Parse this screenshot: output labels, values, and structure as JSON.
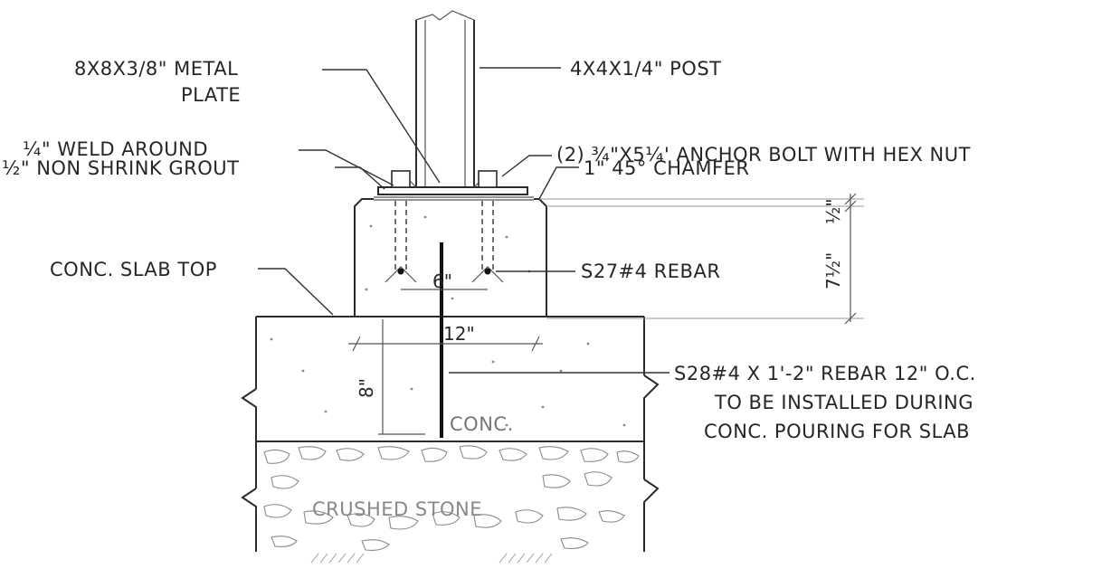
{
  "labels": {
    "metal_plate_line1": "8X8X3/8\" METAL",
    "metal_plate_line2": "PLATE",
    "weld": "¼\" WELD AROUND",
    "grout": "½\" NON SHRINK GROUT",
    "post": "4X4X1/4\" POST",
    "anchor_bolt": "(2) ¾\"X5¼' ANCHOR BOLT WITH HEX NUT",
    "chamfer": "1\" 45° CHAMFER",
    "slab_top": "CONC. SLAB TOP",
    "s27_rebar": "S27#4 REBAR",
    "s28_line1": "S28#4 X 1'-2\" REBAR 12\" O.C.",
    "s28_line2": "TO BE INSTALLED DURING",
    "s28_line3": "CONC. POURING FOR SLAB",
    "conc": "CONC.",
    "crushed_stone": "CRUSHED STONE"
  },
  "dimensions": {
    "grout_thickness": "½\"",
    "pier_height": "7½\"",
    "bolt_spacing": "6\"",
    "dowel_spacing": "12\"",
    "embed_depth": "8\""
  }
}
